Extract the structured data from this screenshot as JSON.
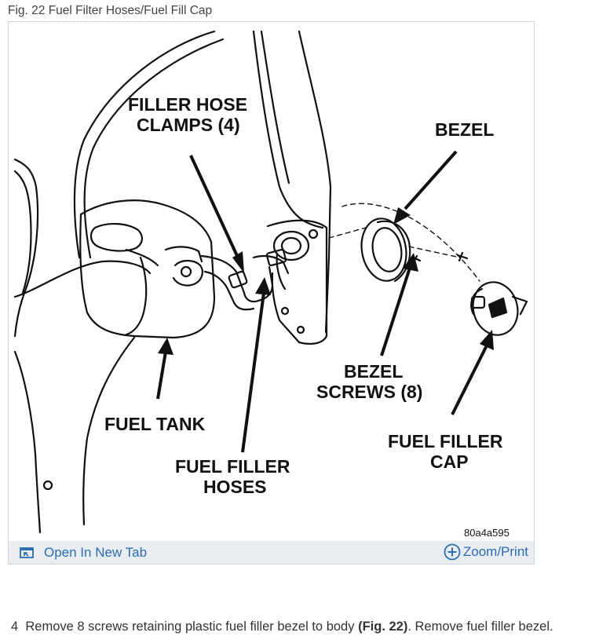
{
  "figure": {
    "caption": "Fig. 22 Fuel Filter Hoses/Fuel Fill Cap",
    "labels": {
      "filler_hose_clamps_line1": "FILLER HOSE",
      "filler_hose_clamps_line2": "CLAMPS (4)",
      "bezel": "BEZEL",
      "bezel_screws_line1": "BEZEL",
      "bezel_screws_line2": "SCREWS (8)",
      "fuel_tank": "FUEL TANK",
      "fuel_filler_cap_line1": "FUEL FILLER",
      "fuel_filler_cap_line2": "CAP",
      "fuel_filler_hoses_line1": "FUEL FILLER",
      "fuel_filler_hoses_line2": "HOSES",
      "figure_code": "80a4a595"
    },
    "toolbar": {
      "open_tab_label": "Open In New Tab",
      "zoom_print_label": "Zoom/Print"
    }
  },
  "step": {
    "number": "4",
    "text_before": "Remove 8 screws retaining plastic fuel filler bezel to body",
    "reference": "(Fig. 22)",
    "text_after": ". Remove fuel filler bezel."
  },
  "colors": {
    "link": "#2a6db4",
    "toolbar_bg": "#e9ecf1",
    "frame_border": "#d4d4d4"
  }
}
